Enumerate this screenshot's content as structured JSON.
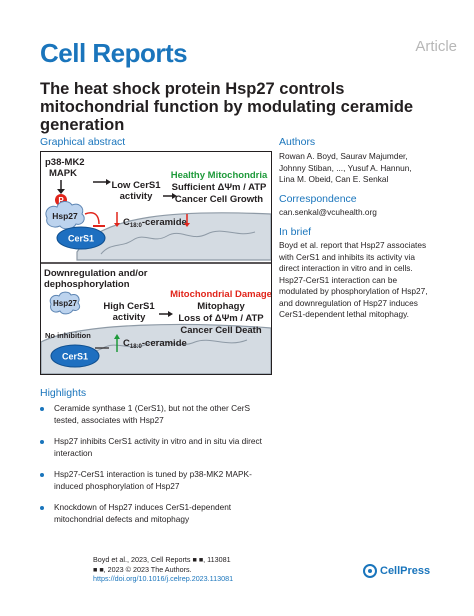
{
  "header": {
    "journal": "Cell Reports",
    "doc_type": "Article"
  },
  "title": "The heat shock protein Hsp27 controls mitochondrial function by modulating ceramide generation",
  "graphical_abstract": {
    "heading": "Graphical abstract",
    "top": {
      "kinase_label_1": "p38-MK2",
      "kinase_label_2": "MAPK",
      "p_label": "P",
      "hsp27": "Hsp27",
      "cers1": "CerS1",
      "activity_1": "Low CerS1",
      "activity_2": "activity",
      "status": "Healthy Mitochondria",
      "effect_1": "Sufficient ΔΨm / ATP",
      "effect_2": "Cancer Cell Growth",
      "ceramide_prefix": "C",
      "ceramide_sub": "18:0",
      "ceramide_suffix": "-ceramide"
    },
    "bottom": {
      "condition_1": "Downregulation and/or",
      "condition_2": "dephosphorylation",
      "hsp27": "Hsp27",
      "activity_1": "High CerS1",
      "activity_2": "activity",
      "status": "Mitochondrial Damage",
      "effect_1": "Mitophagy",
      "effect_2": "Loss of ΔΨm / ATP",
      "effect_3": "Cancer Cell Death",
      "inhibition": "No inhibition",
      "cers1": "CerS1",
      "ceramide_prefix": "C",
      "ceramide_sub": "18:0",
      "ceramide_suffix": "-ceramide"
    },
    "colors": {
      "green": "#1e9a3a",
      "red": "#e1251b",
      "blue": "#1a75bc"
    }
  },
  "authors": {
    "heading": "Authors",
    "line1": "Rowan A. Boyd, Saurav Majumder,",
    "line2": "Johnny Stiban, ..., Yusuf A. Hannun,",
    "line3": "Lina M. Obeid, Can E. Senkal"
  },
  "correspondence": {
    "heading": "Correspondence",
    "email": "can.senkal@vcuhealth.org"
  },
  "in_brief": {
    "heading": "In brief",
    "lines": [
      "Boyd et al. report that Hsp27 associates",
      "with CerS1 and inhibits its activity via",
      "direct interaction in vitro and in cells.",
      "Hsp27-CerS1 interaction can be",
      "modulated by phosphorylation of Hsp27,",
      "and downregulation of Hsp27 induces",
      "CerS1-dependent lethal mitophagy."
    ]
  },
  "highlights": {
    "heading": "Highlights",
    "items": [
      "Ceramide synthase 1 (CerS1), but not the other CerS tested, associates with Hsp27",
      "Hsp27 inhibits CerS1 activity in vitro and in situ via direct interaction",
      "Hsp27-CerS1 interaction is tuned by p38-MK2 MAPK-induced phosphorylation of Hsp27",
      "Knockdown of Hsp27 induces CerS1-dependent mitochondrial defects and mitophagy"
    ]
  },
  "citation": {
    "line1": "Boyd et al., 2023, Cell Reports ■ ■, 113081",
    "line2": "■ ■, 2023 © 2023 The Authors.",
    "doi": "https://doi.org/10.1016/j.celrep.2023.113081"
  },
  "publisher": {
    "name": "CellPress"
  }
}
